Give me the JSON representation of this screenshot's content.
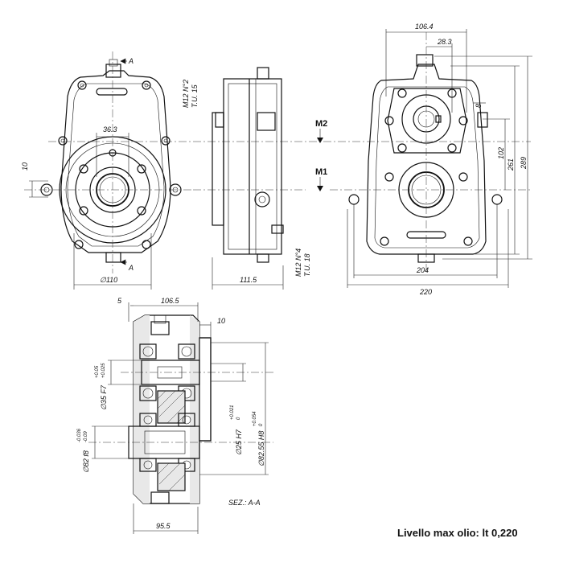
{
  "dimensions": {
    "d36_3": "36.3",
    "d10_front": "10",
    "d110": "∅110",
    "d111_5": "111.5",
    "d106_4": "106.4",
    "d28_3": "28.3",
    "d8": "8",
    "d102": "102",
    "d261": "261",
    "d289": "289",
    "d204": "204",
    "d220": "220",
    "d5": "5",
    "d106_5": "106.5",
    "d10_sec": "10",
    "d35f7": "∅35 F7",
    "d35f7_tol_a": "+0.05",
    "d35f7_tol_b": "+0.025",
    "d82f8": "∅82 f8",
    "d82f8_tol_a": "-0.036",
    "d82f8_tol_b": "-0.09",
    "d25h7": "∅25 H7",
    "d25h7_tol_a": "+0.021",
    "d25h7_tol_b": "0",
    "d8255h8": "∅82.55 H8",
    "d8255h8_tol_a": "+0.054",
    "d8255h8_tol_b": "0",
    "d95_5": "95.5"
  },
  "labels": {
    "section_a_top": "A",
    "section_a_bottom": "A",
    "m12_top_line1": "M12 N°2",
    "m12_top_line2": "T.U. 15",
    "m12_bottom_line1": "M12 N°4",
    "m12_bottom_line2": "T.U. 18",
    "m2": "M2",
    "m1": "M1",
    "section_label": "SEZ.: A-A"
  },
  "footer": {
    "oil_level": "Livello max olio: lt 0,220"
  }
}
